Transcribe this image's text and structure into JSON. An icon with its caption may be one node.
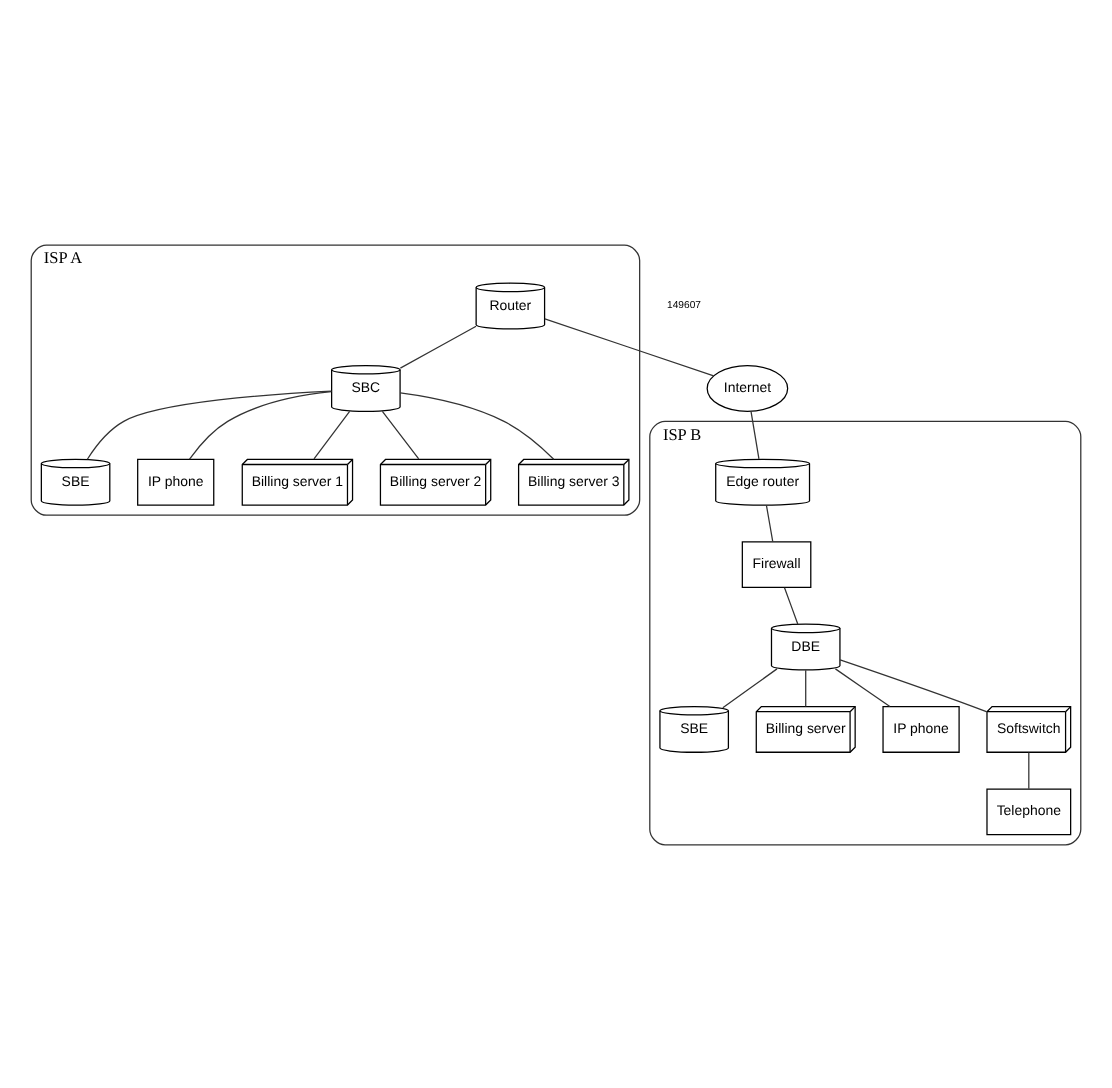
{
  "diagram": {
    "nodes": [
      {
        "text": [
          "ISP A"
        ]
      },
      {
        "text": [
          "Router"
        ],
        "in": 0
      },
      {
        "text": [
          "SBC"
        ],
        "in": 0
      },
      {
        "text": [
          "SBE"
        ],
        "in": 0
      },
      {
        "text": [
          "IP phone"
        ],
        "in": 0
      },
      {
        "text": [
          "Billing server 1"
        ],
        "in": 0
      },
      {
        "text": [
          "Billing server 2"
        ],
        "in": 0
      },
      {
        "text": [
          "Billing server 3"
        ],
        "in": 0
      },
      {
        "text": [
          "Internet"
        ]
      },
      {
        "text": [
          "ISP B"
        ]
      },
      {
        "text": [
          "Edge router"
        ],
        "in": 9
      },
      {
        "text": [
          "Firewall"
        ],
        "in": 9
      },
      {
        "text": [
          "DBE"
        ],
        "in": 9
      },
      {
        "text": [
          "SBE"
        ],
        "in": 9
      },
      {
        "text": [
          "Billing server"
        ],
        "in": 9
      },
      {
        "text": [
          "IP phone"
        ],
        "in": 9
      },
      {
        "text": [
          "Softswitch"
        ],
        "in": 9
      },
      {
        "text": [
          "Telephone"
        ],
        "in": 9
      }
    ],
    "edges": [
      {
        "from": 1,
        "to": 2,
        "arrow": "none"
      },
      {
        "from": 2,
        "to": 3,
        "arrow": "none"
      },
      {
        "from": 2,
        "to": 4,
        "arrow": "none"
      },
      {
        "from": 2,
        "to": 5,
        "arrow": "none"
      },
      {
        "from": 2,
        "to": 6,
        "arrow": "none"
      },
      {
        "from": 2,
        "to": 7,
        "arrow": "none"
      },
      {
        "from": 1,
        "to": 8,
        "arrow": "none"
      },
      {
        "from": 8,
        "to": 10,
        "arrow": "none"
      },
      {
        "from": 10,
        "to": 11,
        "arrow": "none"
      },
      {
        "from": 11,
        "to": 12,
        "arrow": "none"
      },
      {
        "from": 12,
        "to": 13,
        "arrow": "none"
      },
      {
        "from": 12,
        "to": 14,
        "arrow": "none"
      },
      {
        "from": 12,
        "to": 15,
        "arrow": "none"
      },
      {
        "from": 12,
        "to": 16,
        "arrow": "none"
      },
      {
        "from": 16,
        "to": 17,
        "arrow": "none"
      }
    ],
    "labels": [
      "149607"
    ]
  }
}
